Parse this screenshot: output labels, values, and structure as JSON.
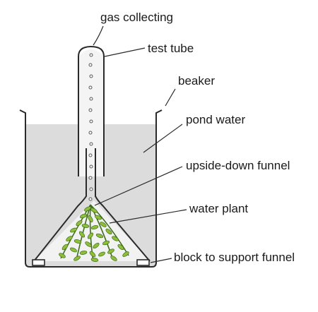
{
  "labels": {
    "gas": "gas collecting",
    "tube": "test tube",
    "beaker": "beaker",
    "water": "pond water",
    "funnel": "upside-down funnel",
    "plant": "water plant",
    "block": "block to support funnel"
  },
  "colors": {
    "water": "#dcdcdc",
    "outline": "#2a2a2a",
    "plant_dark": "#3f6e1c",
    "plant_light": "#8fbf3a",
    "background": "#ffffff"
  }
}
